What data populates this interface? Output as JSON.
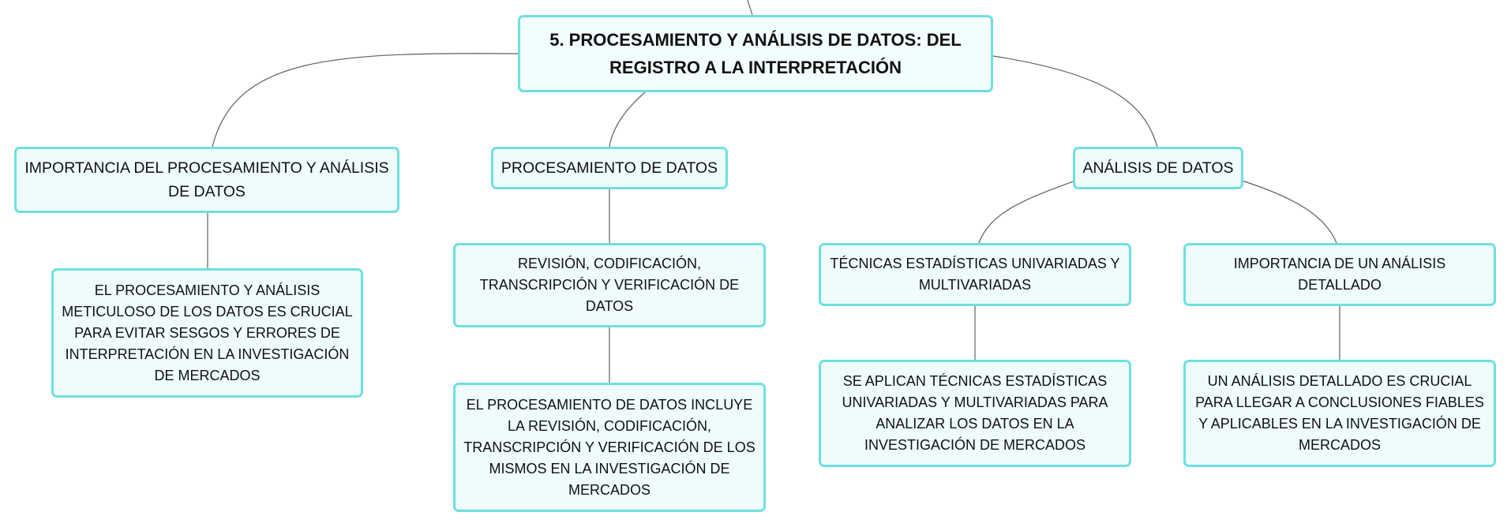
{
  "colors": {
    "node_fill": "#eefcfc",
    "node_border": "#6fdfe0",
    "connector": "#5f5f5f",
    "text": "#111111"
  },
  "root": {
    "title": "5. PROCESAMIENTO Y ANÁLISIS DE DATOS: DEL REGISTRO A LA INTERPRETACIÓN"
  },
  "branches": {
    "importancia": {
      "label": "IMPORTANCIA DEL PROCESAMIENTO Y ANÁLISIS DE DATOS",
      "detail": "EL PROCESAMIENTO Y ANÁLISIS METICULOSO DE LOS DATOS ES CRUCIAL PARA EVITAR SESGOS Y ERRORES DE INTERPRETACIÓN EN LA INVESTIGACIÓN DE MERCADOS"
    },
    "procesamiento": {
      "label": "PROCESAMIENTO DE DATOS",
      "sub": "REVISIÓN, CODIFICACIÓN, TRANSCRIPCIÓN Y VERIFICACIÓN DE DATOS",
      "detail": "EL PROCESAMIENTO DE DATOS INCLUYE LA REVISIÓN, CODIFICACIÓN, TRANSCRIPCIÓN Y VERIFICACIÓN DE LOS MISMOS EN LA INVESTIGACIÓN DE MERCADOS"
    },
    "analisis": {
      "label": "ANÁLISIS DE DATOS",
      "tecnicas": {
        "label": "TÉCNICAS ESTADÍSTICAS UNIVARIADAS Y MULTIVARIADAS",
        "detail": "SE APLICAN TÉCNICAS ESTADÍSTICAS UNIVARIADAS Y MULTIVARIADAS PARA ANALIZAR LOS DATOS EN LA INVESTIGACIÓN DE MERCADOS"
      },
      "detallado": {
        "label": "IMPORTANCIA DE UN ANÁLISIS DETALLADO",
        "detail": "UN ANÁLISIS DETALLADO ES CRUCIAL PARA LLEGAR A CONCLUSIONES FIABLES Y APLICABLES EN LA INVESTIGACIÓN DE MERCADOS"
      }
    }
  }
}
